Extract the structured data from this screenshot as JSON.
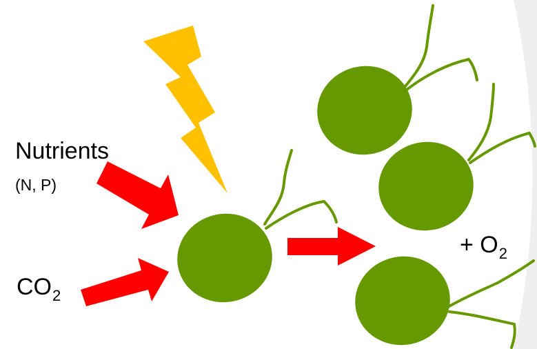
{
  "labels": {
    "nutrients": "Nutrients",
    "nutrients_detail": "(N, P)",
    "co2_main": "CO",
    "co2_sub": "2",
    "o2_main": "+ O",
    "o2_sub": "2"
  },
  "colors": {
    "cell": "#669900",
    "flagella": "#669900",
    "arrow": "#ff0000",
    "lightning": "#ffc000",
    "background_arc": "#eeeeee",
    "text": "#000000"
  },
  "icons": {
    "light": "lightning-bolt-icon",
    "cell": "algae-cell-icon",
    "arrow": "red-arrow-icon"
  }
}
